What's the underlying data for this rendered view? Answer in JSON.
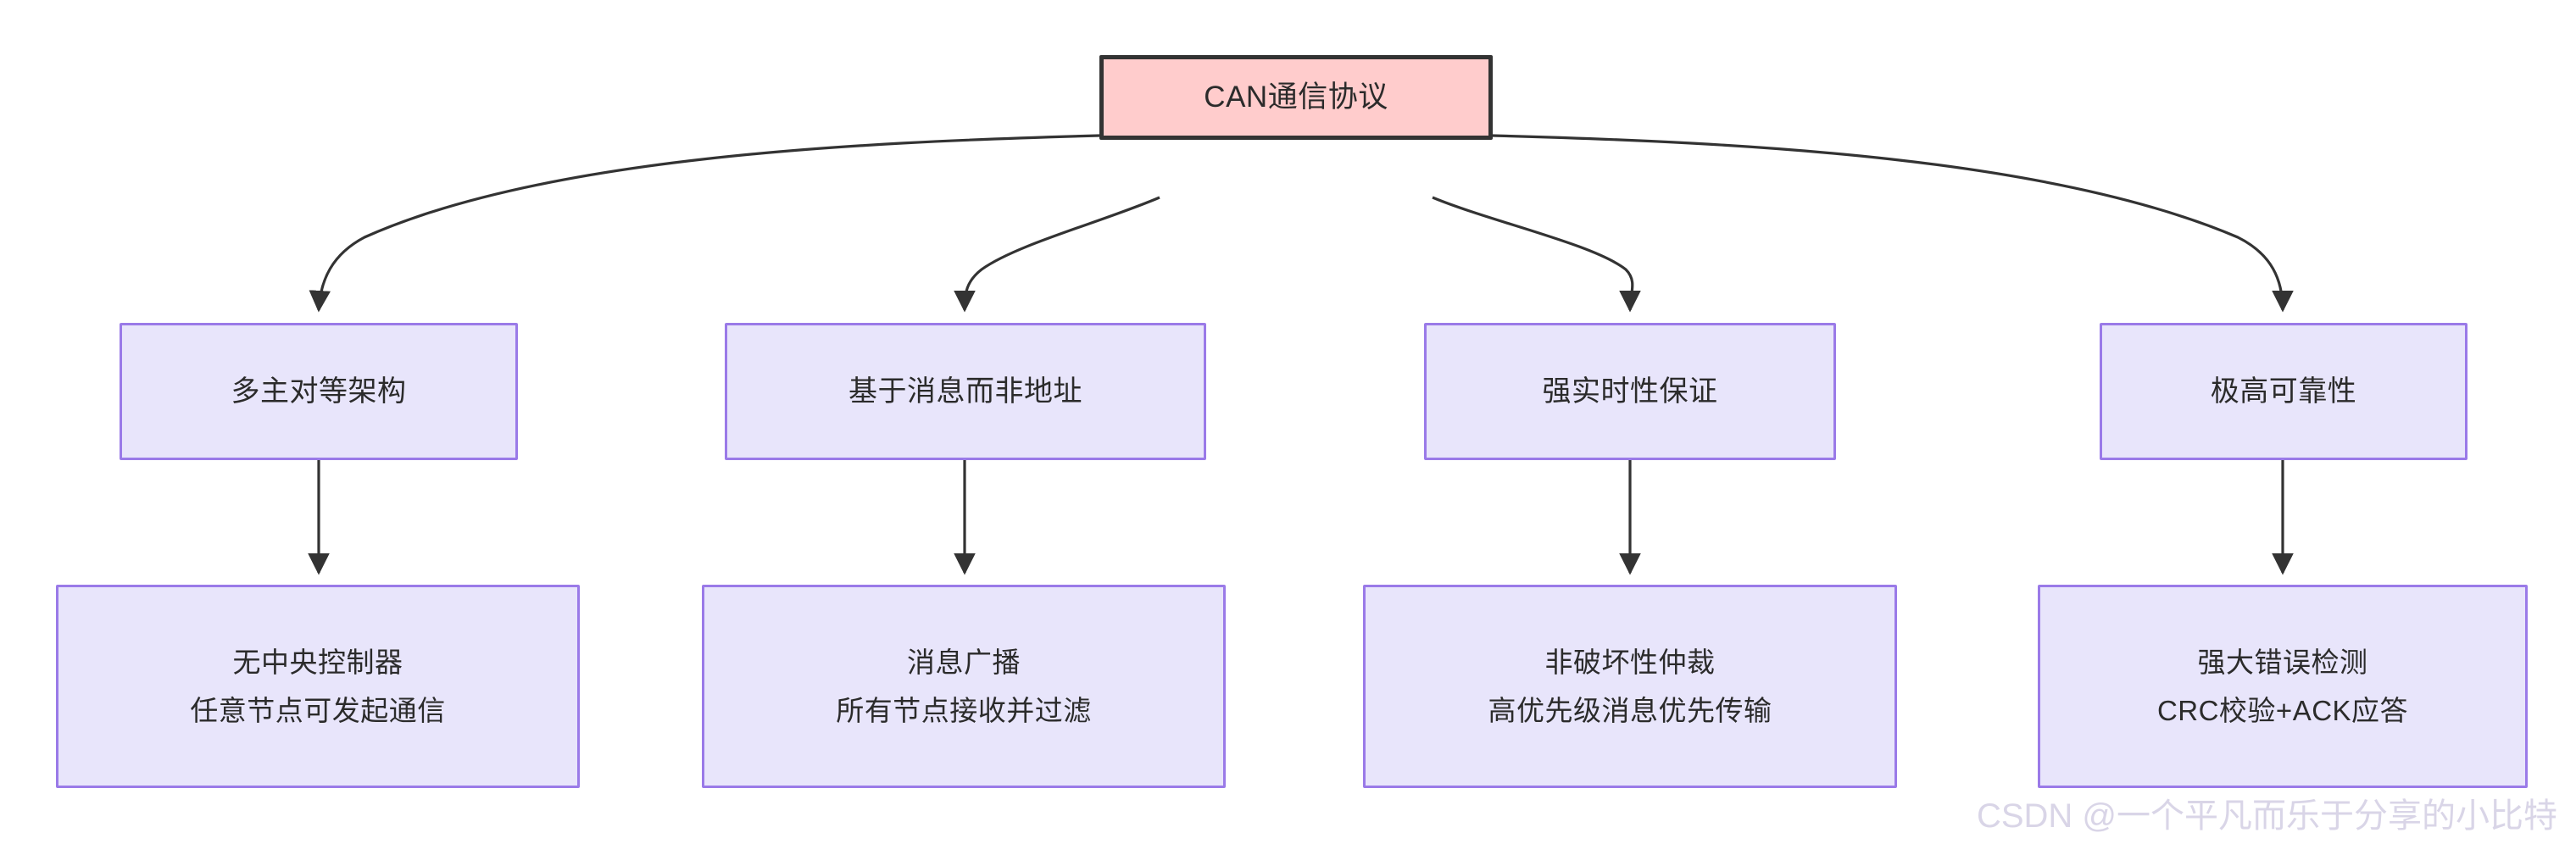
{
  "diagram": {
    "type": "flowchart",
    "direction": "top-down",
    "background_color": "#ffffff",
    "root": {
      "id": "root",
      "label": "CAN通信协议",
      "fill_color": "#ffcccc",
      "border_color": "#333333"
    },
    "branches": [
      {
        "id": "branch-1",
        "label": "多主对等架构",
        "fill_color": "#e8e5fb",
        "border_color": "#9a7ae8",
        "leaf": {
          "id": "leaf-1",
          "line1": "无中央控制器",
          "line2": "任意节点可发起通信"
        }
      },
      {
        "id": "branch-2",
        "label": "基于消息而非地址",
        "fill_color": "#e8e5fb",
        "border_color": "#9a7ae8",
        "leaf": {
          "id": "leaf-2",
          "line1": "消息广播",
          "line2": "所有节点接收并过滤"
        }
      },
      {
        "id": "branch-3",
        "label": "强实时性保证",
        "fill_color": "#e8e5fb",
        "border_color": "#9a7ae8",
        "leaf": {
          "id": "leaf-3",
          "line1": "非破坏性仲裁",
          "line2": "高优先级消息优先传输"
        }
      },
      {
        "id": "branch-4",
        "label": "极高可靠性",
        "fill_color": "#e8e5fb",
        "border_color": "#9a7ae8",
        "leaf": {
          "id": "leaf-4",
          "line1": "强大错误检测",
          "line2": "CRC校验+ACK应答"
        }
      }
    ],
    "edge_color": "#333333",
    "watermark": "CSDN @一个平凡而乐于分享的小比特"
  }
}
